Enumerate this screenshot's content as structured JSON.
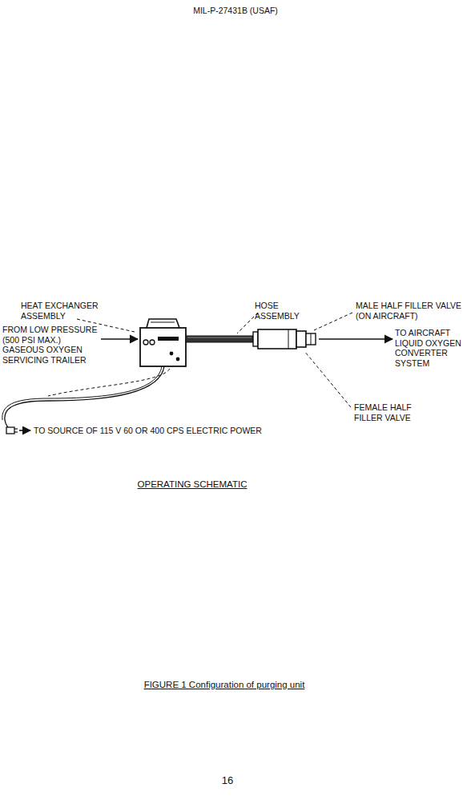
{
  "diagram": {
    "title": "OPERATING SCHEMATIC",
    "caption": "FIGURE 1 Configuration of purging unit",
    "labels": [
      "MIL-P-27431B (USAF)",
      "HEAT EXCHANGER ASSEMBLY",
      "HOSE ASSEMBLY",
      "MALE HALF FILLER VALVE (ON AIRCRAFT)",
      "FROM LOW PRESSURE (500 PSI MAX.) GASEOUS OXYGEN SERVICING TRAILER",
      "TO AIRCRAFT LIQUID OXYGEN CONVERTER SYSTEM",
      "FEMALE HALF FILLER VALVE",
      "TO SOURCE OF 115 V 60 OR 400 CPS ELECTRIC POWER",
      "16"
    ]
  }
}
